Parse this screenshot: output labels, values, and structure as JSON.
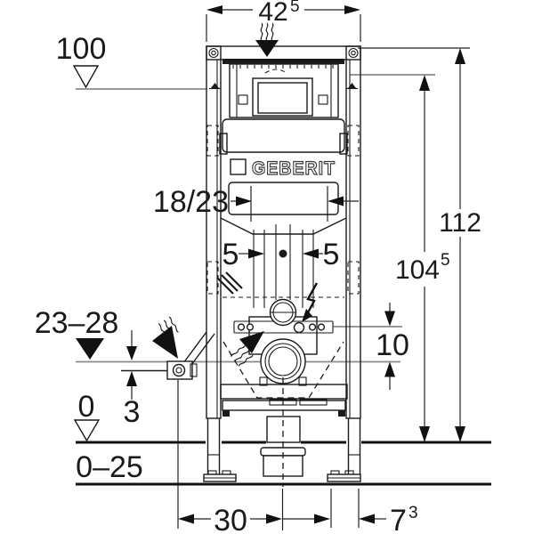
{
  "drawing": {
    "product_logo": "GEBERIT",
    "levels": {
      "wall_marker": "100",
      "floor_marker": "0",
      "floor_buildup_range": "0–25",
      "supply_height_range": "23–28"
    },
    "dimensions": {
      "frame_width": {
        "main": "42",
        "sup": "5"
      },
      "frame_height_total": "112",
      "top_edge_height": {
        "main": "104",
        "sup": "5"
      },
      "bolt_spacing": "18/23",
      "center_offset_left": "5",
      "center_offset_right": "5",
      "supply_stub_drop": "3",
      "bolt_row_to_supply": "10",
      "supply_to_center": "30",
      "foot_edge": {
        "main": "7",
        "sup": "3"
      }
    },
    "colors": {
      "ink": "#1a1a1a",
      "reference_line": "#8a8a8a",
      "background": "#ffffff"
    },
    "icons": {
      "top_vent": "steam-arrow-down",
      "supply_vent": "steam-arrow-diagonal",
      "outlet_vent": "steam-arrow-diagonal",
      "electrical": "lightning-arrow",
      "wall_level": "open-triangle",
      "floor_level": "open-triangle",
      "supply_level": "filled-triangle"
    }
  }
}
